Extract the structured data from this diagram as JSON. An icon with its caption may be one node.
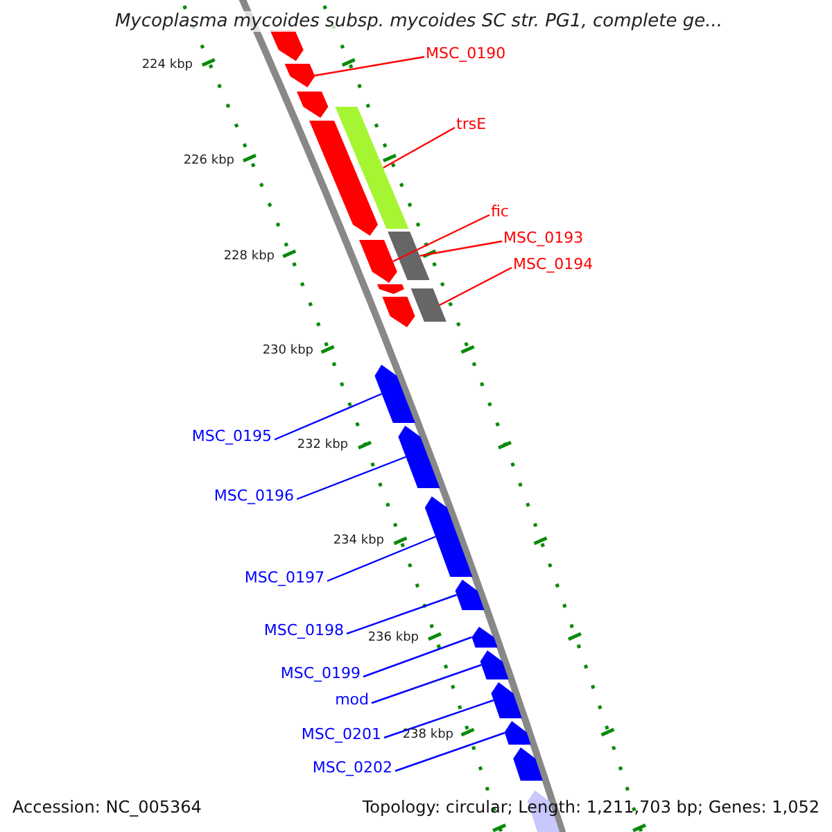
{
  "diagram": {
    "title": "Mycoplasma mycoides subsp. mycoides SC str. PG1, complete ge...",
    "nodes": [
      {
        "text": [
          "MSC_0190"
        ]
      },
      {
        "text": [
          "trsE"
        ]
      },
      {
        "text": [
          "fic"
        ]
      },
      {
        "text": [
          "MSC_0193"
        ]
      },
      {
        "text": [
          "MSC_0194"
        ]
      },
      {
        "text": [
          "MSC_0195"
        ]
      },
      {
        "text": [
          "MSC_0196"
        ]
      },
      {
        "text": [
          "MSC_0197"
        ]
      },
      {
        "text": [
          "MSC_0198"
        ]
      },
      {
        "text": [
          "MSC_0199"
        ]
      },
      {
        "text": [
          "mod"
        ]
      },
      {
        "text": [
          "MSC_0201"
        ]
      },
      {
        "text": [
          "MSC_0202"
        ]
      },
      {
        "text": [],
        "shape": "pentagon"
      },
      {
        "text": [],
        "shape": "pentagon"
      },
      {
        "text": [],
        "shape": "pentagon"
      },
      {
        "text": [],
        "shape": "bar"
      },
      {
        "text": [],
        "shape": "pentagon"
      },
      {
        "text": [],
        "shape": "bar"
      },
      {
        "text": [],
        "shape": "pentagon"
      },
      {
        "text": [],
        "shape": "pentagon"
      },
      {
        "text": [],
        "shape": "bar"
      },
      {
        "text": [],
        "shape": "pentagon"
      },
      {
        "text": [],
        "shape": "pentagon"
      },
      {
        "text": [],
        "shape": "pentagon"
      },
      {
        "text": [],
        "shape": "pentagon"
      },
      {
        "text": [],
        "shape": "pentagon"
      },
      {
        "text": [],
        "shape": "pentagon"
      },
      {
        "text": [],
        "shape": "pentagon"
      },
      {
        "text": [],
        "shape": "pentagon"
      },
      {
        "text": [],
        "shape": "pentagon"
      },
      {
        "text": [],
        "shape": "pentagon"
      },
      {
        "text": [],
        "shape": "pentagon"
      }
    ],
    "edges": [
      {
        "from": 0,
        "to": 14,
        "arrow": "none",
        "color": "#ff0000"
      },
      {
        "from": 1,
        "to": 16,
        "arrow": "none",
        "color": "#ff0000"
      },
      {
        "from": 2,
        "to": 19,
        "arrow": "none",
        "color": "#ff0000"
      },
      {
        "from": 3,
        "to": 18,
        "arrow": "none",
        "color": "#ff0000"
      },
      {
        "from": 4,
        "to": 21,
        "arrow": "none",
        "color": "#ff0000"
      },
      {
        "from": 5,
        "to": 23,
        "arrow": "none"
      },
      {
        "from": 6,
        "to": 24,
        "arrow": "none"
      },
      {
        "from": 7,
        "to": 25,
        "arrow": "none"
      },
      {
        "from": 8,
        "to": 26,
        "arrow": "none"
      },
      {
        "from": 9,
        "to": 27,
        "arrow": "none"
      },
      {
        "from": 10,
        "to": 28,
        "arrow": "none"
      },
      {
        "from": 11,
        "to": 29,
        "arrow": "none"
      },
      {
        "from": 12,
        "to": 30,
        "arrow": "none"
      }
    ],
    "labels": [
      "224 kbp",
      "226 kbp",
      "228 kbp",
      "230 kbp",
      "232 kbp",
      "234 kbp",
      "236 kbp",
      "238 kbp",
      "Accession: NC_005364",
      "Topology: circular; Length: 1,211,703 bp; Genes: 1,052"
    ]
  }
}
